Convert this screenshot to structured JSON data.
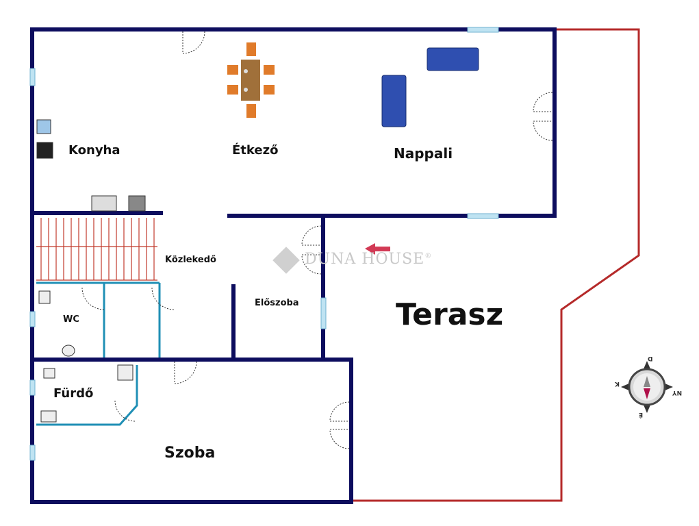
{
  "rooms": {
    "konyha": "Konyha",
    "etkezo": "Étkező",
    "nappali": "Nappali",
    "kozlekedo": "Közlekedő",
    "eloszoba": "Előszoba",
    "wc": "WC",
    "furdo": "Fürdő",
    "szoba": "Szoba",
    "terasz": "Terasz"
  },
  "watermark": "DUNA HOUSE",
  "watermark_mark": "®",
  "compass": {
    "n": "D",
    "w": "K",
    "e": "NY",
    "s": "É"
  },
  "colors": {
    "wall": "#0d0d5e",
    "terrace": "#b52a2a",
    "inner": "#1f8fb5",
    "stairs": "#c0392b",
    "furniture": "#2f4fb0",
    "chairs": "#e07b2a",
    "table": "#a0703a"
  }
}
